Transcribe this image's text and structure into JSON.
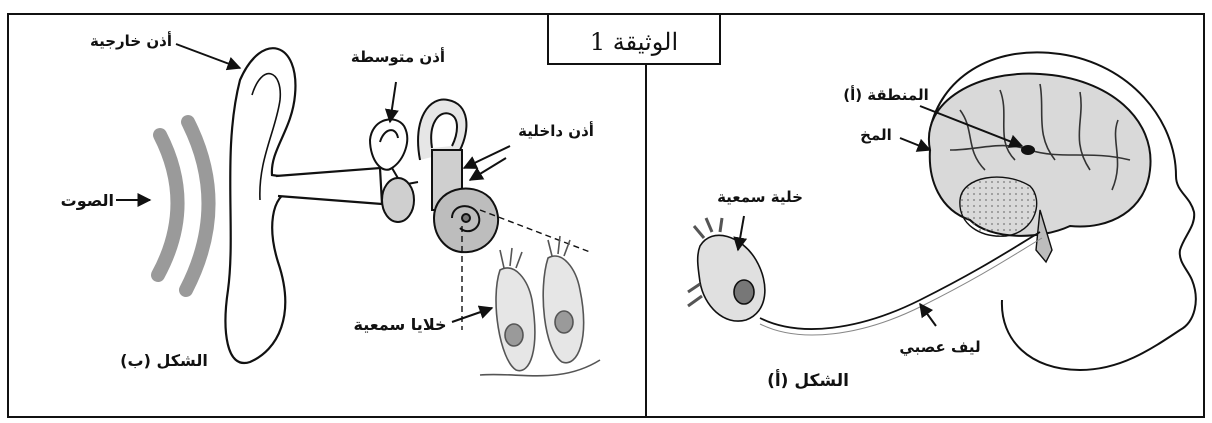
{
  "document_title": "الوثيقة 1",
  "panel_b": {
    "caption": "الشكل (ب)",
    "labels": {
      "outer_ear": "أذن خارجية",
      "middle_ear": "أذن متوسطة",
      "inner_ear": "أذن داخلية",
      "sound": "الصوت",
      "hair_cells": "خلايا سمعية"
    }
  },
  "panel_a": {
    "caption": "الشكل (أ)",
    "labels": {
      "region_a": "المنطقة (أ)",
      "brain": "المخ",
      "auditory_cell": "خلية سمعية",
      "nerve_fiber": "ليف عصبي"
    }
  },
  "colors": {
    "line": "#111111",
    "gray": "#9a9a9a",
    "light_gray": "#cfcfcf",
    "tissue": "#e6e6e6"
  }
}
